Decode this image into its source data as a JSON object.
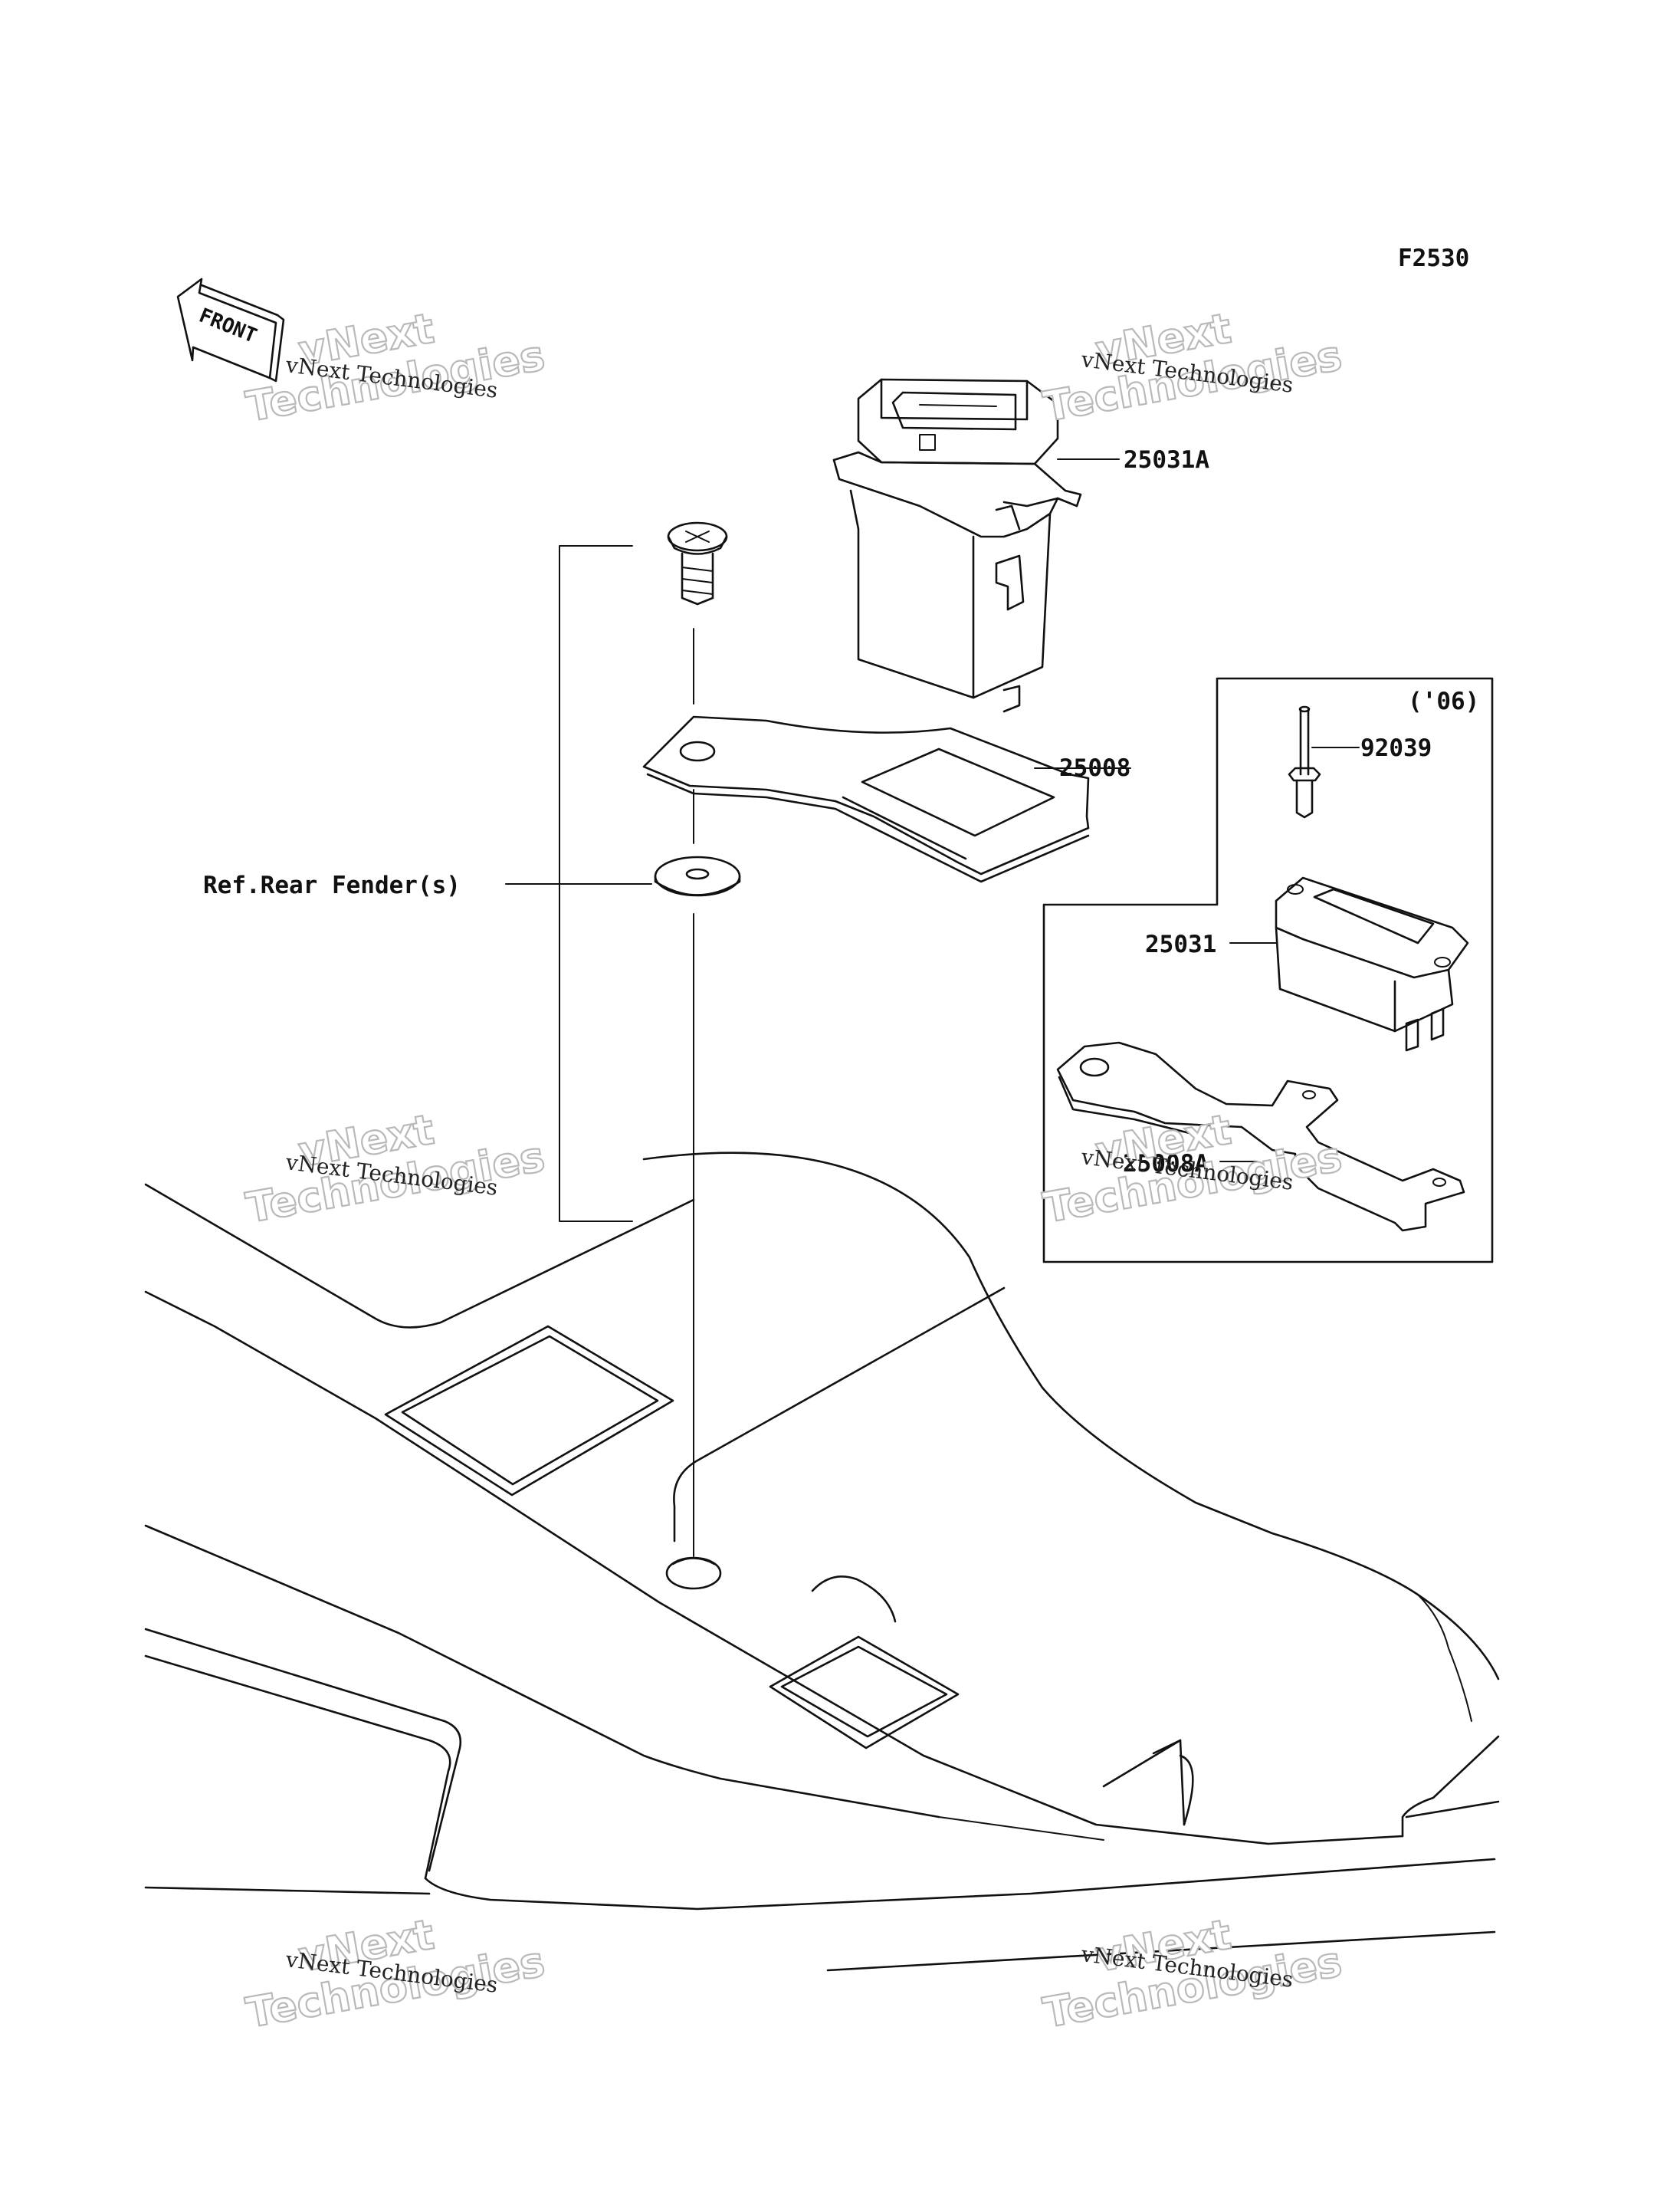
{
  "diagram": {
    "code": "F2530",
    "front_label": "FRONT",
    "parts": {
      "p25031A": "25031A",
      "p25008": "25008",
      "p92039": "92039",
      "p25031": "25031",
      "p25008A": "25008A"
    },
    "reference": "Ref.Rear Fender(s)",
    "variant_box_label": "('06)"
  },
  "watermark": {
    "line1": "vNext Technologies",
    "line2_a": "vNext",
    "line2_b": "Technologies"
  },
  "icons": {
    "front": "front-arrow-icon"
  }
}
